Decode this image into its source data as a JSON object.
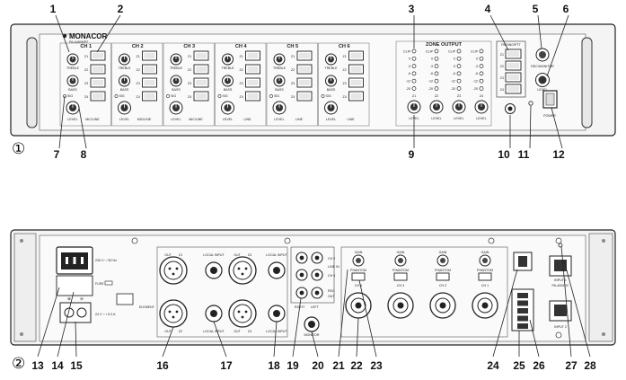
{
  "front": {
    "brand": "MONACOR",
    "model": "PA-6480MPZ",
    "panel_number": "①",
    "channels": [
      {
        "label": "CH 1",
        "mode": "MIC/LINE"
      },
      {
        "label": "CH 2",
        "mode": "MIC/LINE"
      },
      {
        "label": "CH 3",
        "mode": "MIC/LINE"
      },
      {
        "label": "CH 4",
        "mode": "LINE"
      },
      {
        "label": "CH 5",
        "mode": "LINE"
      },
      {
        "label": "CH 6",
        "mode": "LINE"
      }
    ],
    "knob_labels": {
      "treble": "TREBLE",
      "bass": "BASS",
      "level": "LEVEL",
      "sig": "SIG"
    },
    "zone_buttons": [
      "Z1",
      "Z2",
      "Z3",
      "Z4"
    ],
    "zone_output": {
      "title": "ZONE OUTPUT",
      "zones": [
        "Z1",
        "Z2",
        "Z3",
        "Z4"
      ],
      "meter_levels": [
        "CLIP",
        "0",
        "-3",
        "-6",
        "-12",
        "-20"
      ]
    },
    "paging": {
      "title": "PAGING/PTT",
      "zones": [
        "Z1",
        "Z2",
        "Z3",
        "Z4"
      ]
    },
    "rec_monitor": {
      "title": "REC/MONITOR",
      "level": "LEVEL"
    },
    "power": "POWER",
    "callouts": [
      "1",
      "2",
      "3",
      "4",
      "5",
      "6",
      "7",
      "8",
      "9",
      "10",
      "11",
      "12"
    ]
  },
  "rear": {
    "panel_number": "②",
    "mains": {
      "voltage": "230 V~ / 50 Hz",
      "fuse": "FUSE",
      "dc": "24 V ⎓ / 6.3 A"
    },
    "outputs": [
      {
        "out": "OUT",
        "zone": "Z1",
        "input": "LOCAL INPUT"
      },
      {
        "out": "OUT",
        "zone": "Z2",
        "input": "LOCAL INPUT"
      },
      {
        "out": "OUT",
        "zone": "Z3",
        "input": "LOCAL INPUT"
      },
      {
        "out": "OUT",
        "zone": "Z4",
        "input": "LOCAL INPUT"
      }
    ],
    "element": "ELEMENT",
    "rca": {
      "ch2": "CH 2",
      "ch6": "CH 6",
      "line": "LINE IN",
      "rec": "REC",
      "out": "OUT",
      "right": "RIGHT",
      "left": "LEFT"
    },
    "monitor": "MONITOR",
    "mic_channels": [
      "CH 4",
      "CH 3",
      "CH 2",
      "CH 1"
    ],
    "phantom": "PHANTOM",
    "gain": "GAIN",
    "pa_link": "PA-4000RC",
    "inputs": [
      "INPUT 1",
      "INPUT 2"
    ],
    "callouts": [
      "13",
      "14",
      "15",
      "16",
      "17",
      "18",
      "19",
      "20",
      "21",
      "22",
      "23",
      "24",
      "25",
      "26",
      "27",
      "28"
    ]
  }
}
